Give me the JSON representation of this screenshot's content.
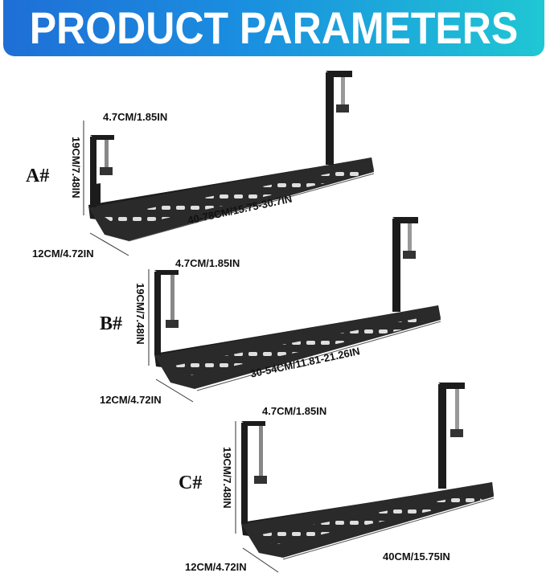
{
  "header": {
    "title": "PRODUCT PARAMETERS"
  },
  "colors": {
    "banner_start": "#1f6fd6",
    "banner_end": "#1fc7d3",
    "tray": "#1c1c1c"
  },
  "products": [
    {
      "code": "A#",
      "height": "19CM/7.48IN",
      "clamp": "4.7CM/1.85IN",
      "depth": "12CM/4.72IN",
      "length": "40-78CM/15.75-30.7IN"
    },
    {
      "code": "B#",
      "height": "19CM/7.48IN",
      "clamp": "4.7CM/1.85IN",
      "depth": "12CM/4.72IN",
      "length": "30-54CM/11.81-21.26IN"
    },
    {
      "code": "C#",
      "height": "19CM/7.48IN",
      "clamp": "4.7CM/1.85IN",
      "depth": "12CM/4.72IN",
      "length": "40CM/15.75IN"
    }
  ]
}
